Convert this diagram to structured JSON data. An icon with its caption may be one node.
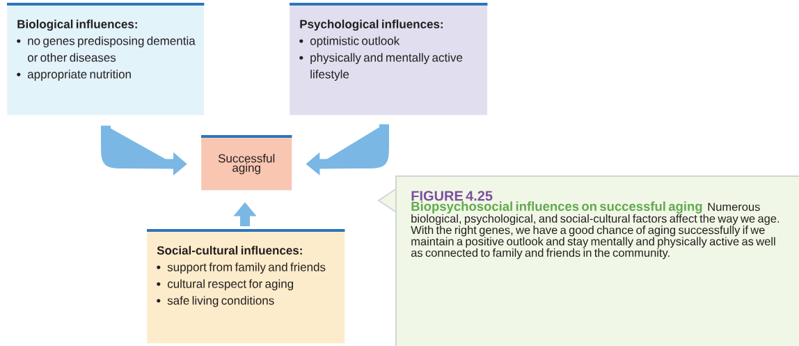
{
  "diagram": {
    "nodes": [
      {
        "text": [
          "Biological influences:",
          "no genes predisposing dementia or other diseases",
          "appropriate nutrition"
        ]
      },
      {
        "text": [
          "Psychological influences:",
          "optimistic outlook",
          "physically and mentally active lifestyle"
        ]
      },
      {
        "text": [
          "Successful aging"
        ]
      },
      {
        "text": [
          "Social-cultural influences:",
          "support from family and friends",
          "cultural respect for aging",
          "safe living conditions"
        ]
      },
      {
        "text": [
          "FIGURE 4.25",
          "Biopsychosocial influences on successful aging",
          "Numerous biological, psychological, and social-cultural factors affect the way we age. With the right genes, we have a good chance of aging successfully if we maintain a positive outlook and stay mentally and physically active as well as connected to family and friends in the community."
        ]
      }
    ],
    "edges": [
      {
        "from": 0,
        "to": 2,
        "arrow": "to"
      },
      {
        "from": 1,
        "to": 2,
        "arrow": "to"
      },
      {
        "from": 3,
        "to": 2,
        "arrow": "to"
      }
    ]
  }
}
